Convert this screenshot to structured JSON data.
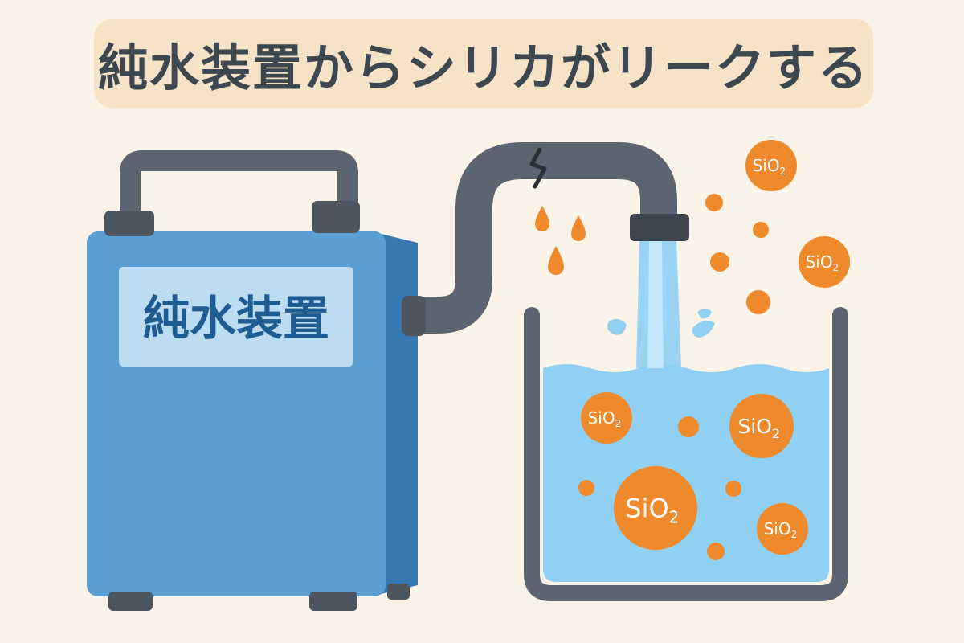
{
  "title": "純水装置からシリカがリークする",
  "device": {
    "label": "純水装置"
  },
  "particle_label": {
    "base": "SiO",
    "subscript": "2"
  },
  "colors": {
    "background": "#fbf3e8",
    "banner": "#f6e2c6",
    "device_front": "#5a9fd4",
    "device_side": "#3578b2",
    "device_label_bg": "#bcdcf2",
    "device_label_text": "#1f5c92",
    "pipe": "#5b6470",
    "water": "#8fd0f3",
    "silica": "#ef8a2c"
  },
  "icons": {
    "crack": "pipe-crack-icon",
    "drip": "water-drip-icon"
  }
}
